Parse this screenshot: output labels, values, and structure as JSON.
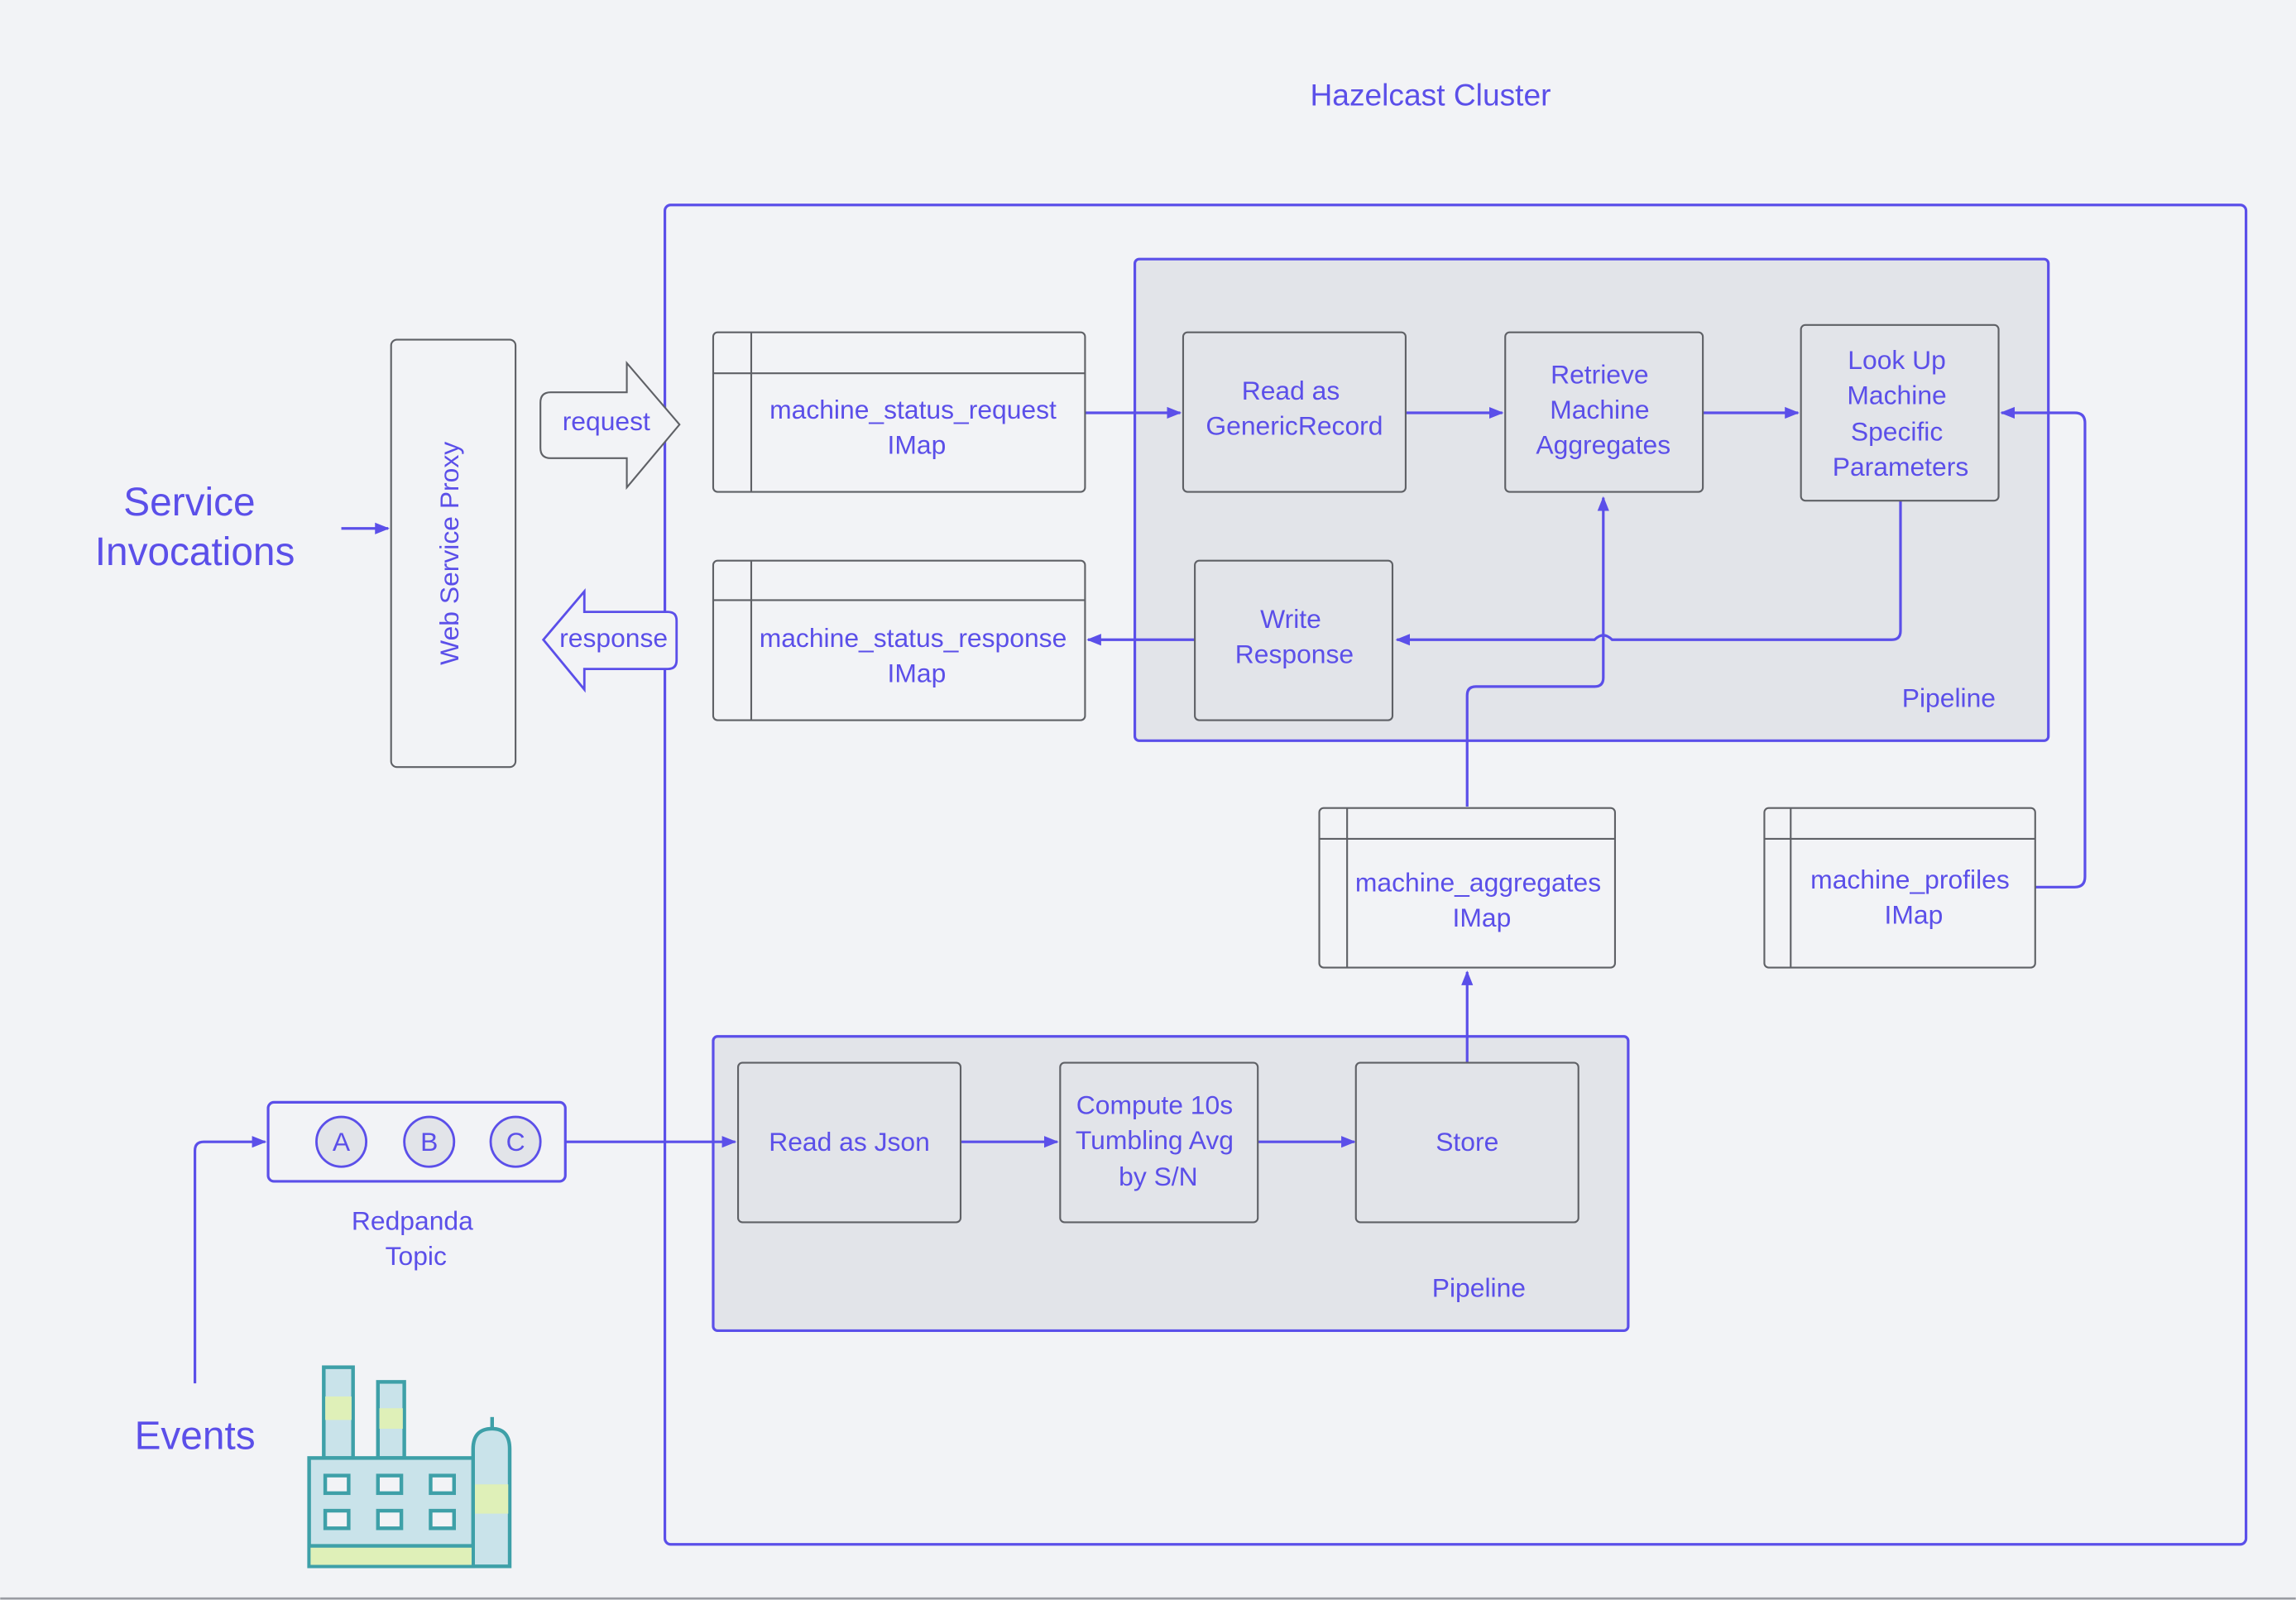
{
  "colors": {
    "accent": "#5b4fe9",
    "background": "#f2f3f6",
    "node_fill": "#e2e4e9",
    "node_stroke": "#5f6166",
    "factory_stroke": "#3ea0a8",
    "factory_fill": "#c9e3ea",
    "factory_highlight": "#dff0b8"
  },
  "labels": {
    "cluster_title": "Hazelcast Cluster",
    "service_invocations": [
      "Service",
      "Invocations"
    ],
    "web_service_proxy": "Web Service Proxy",
    "request": "request",
    "response": "response",
    "events": "Events",
    "redpanda_topic": [
      "Redpanda",
      "Topic"
    ],
    "topic_partitions": [
      "A",
      "B",
      "C"
    ]
  },
  "pipelines": {
    "top": {
      "label": "Pipeline",
      "stages": {
        "read_generic": [
          "Read as",
          "GenericRecord"
        ],
        "retrieve_aggregates": [
          "Retrieve",
          "Machine",
          "Aggregates"
        ],
        "look_up_params": [
          "Look Up",
          "Machine",
          "Specific",
          "Parameters"
        ],
        "write_response": [
          "Write",
          "Response"
        ]
      }
    },
    "bottom": {
      "label": "Pipeline",
      "stages": {
        "read_json": [
          "Read as Json"
        ],
        "compute_avg": [
          "Compute 10s",
          "Tumbling Avg",
          "by S/N"
        ],
        "store": [
          "Store"
        ]
      }
    }
  },
  "imaps": {
    "request": [
      "machine_status_request",
      "IMap"
    ],
    "response": [
      "machine_status_response",
      "IMap"
    ],
    "aggregates": [
      "machine_aggregates",
      "IMap"
    ],
    "profiles": [
      "machine_profiles",
      "IMap"
    ]
  }
}
